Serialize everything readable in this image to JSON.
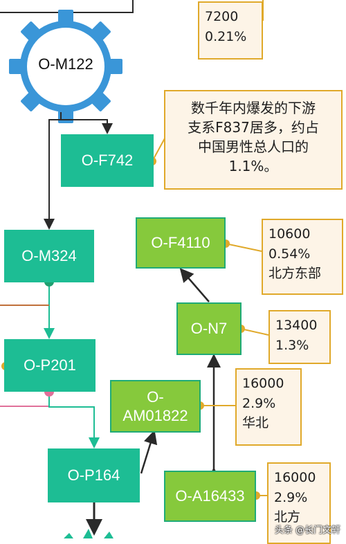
{
  "gear": {
    "label": "O-M122",
    "color": "#3a96d8"
  },
  "nodes": {
    "f742": "O-F742",
    "m324": "O-M324",
    "p201": "O-P201",
    "p164": "O-P164",
    "f4110": "O-F4110",
    "n7": "O-N7",
    "am01822": [
      "O-",
      "AM01822"
    ],
    "a16433": "O-A16433"
  },
  "notes": {
    "top": [
      "7200",
      "0.21%"
    ],
    "f742": [
      "数千年内爆发的下游",
      "支系F837居多，约占",
      "中国男性总人口的",
      "1.1%。"
    ],
    "f4110": [
      "10600",
      "0.54%",
      "北方东部"
    ],
    "n7": [
      "13400",
      "1.3%"
    ],
    "am01822": [
      "16000",
      "2.9%",
      "华北"
    ],
    "a16433": [
      "16000",
      "2.9%",
      "北方"
    ]
  },
  "watermark": "头条 @长门文轩",
  "colors": {
    "teal": "#1dbd94",
    "lime": "#86c93c",
    "note_border": "#e0a92a",
    "note_bg": "#fdf4e7",
    "connector": "#2a2a2a"
  }
}
